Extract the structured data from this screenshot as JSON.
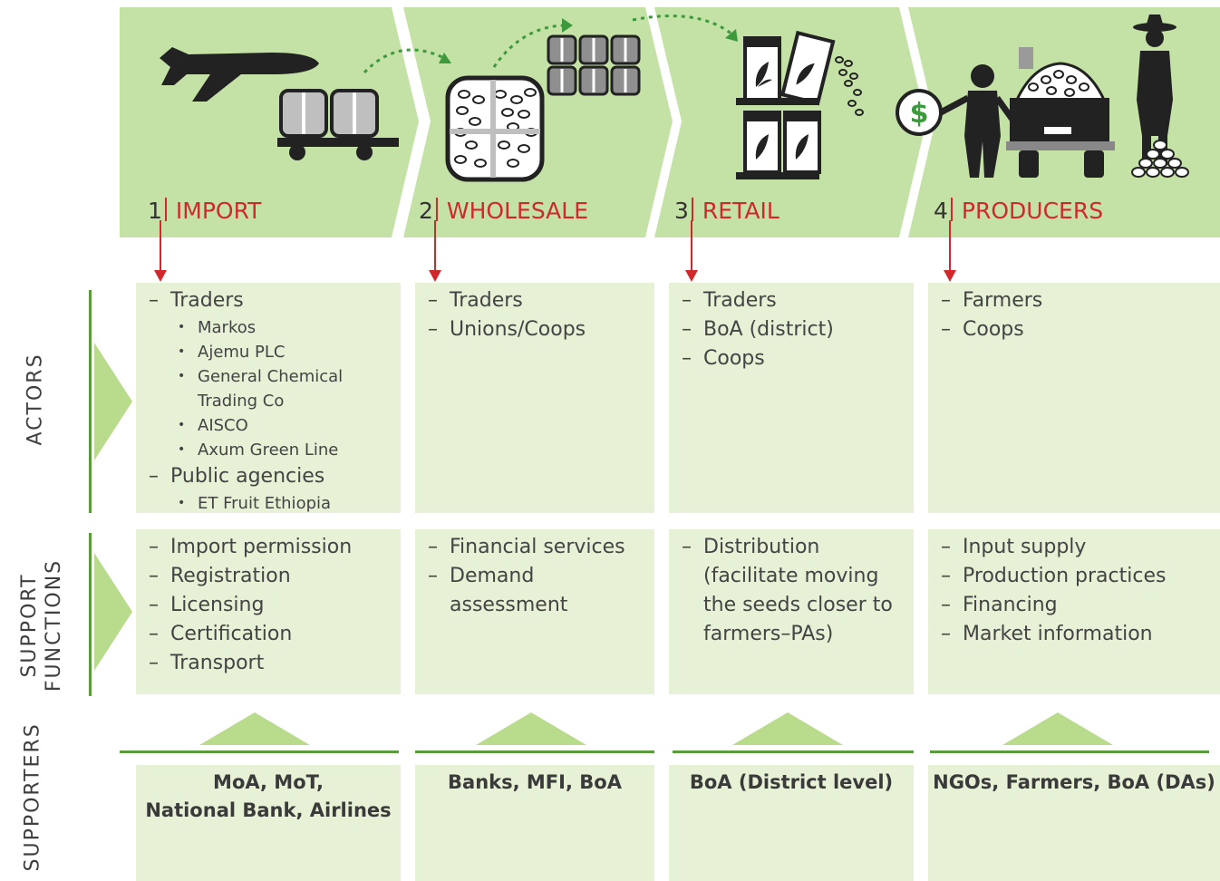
{
  "colors": {
    "band": "#c5e2a6",
    "cell": "#e6f1d6",
    "accent_red": "#d1282e",
    "accent_green": "#5a9b3c",
    "triangle": "#b9dc8c"
  },
  "stages": [
    {
      "num": "1",
      "label": "IMPORT"
    },
    {
      "num": "2",
      "label": "WHOLESALE"
    },
    {
      "num": "3",
      "label": "RETAIL"
    },
    {
      "num": "4",
      "label": "PRODUCERS"
    }
  ],
  "row_labels": {
    "actors": "ACTORS",
    "support_line1": "SUPPORT",
    "support_line2": "FUNCTIONS",
    "supporters": "SUPPORTERS"
  },
  "actors": [
    {
      "items": [
        {
          "text": "Traders",
          "sub": [
            "Markos",
            "Ajemu PLC",
            "General Chemical",
            "Trading Co",
            "AISCO",
            "Axum Green Line"
          ]
        },
        {
          "text": "Public agencies",
          "sub": [
            "ET Fruit Ethiopia"
          ]
        }
      ]
    },
    {
      "items": [
        {
          "text": "Traders"
        },
        {
          "text": "Unions/Coops"
        }
      ]
    },
    {
      "items": [
        {
          "text": "Traders"
        },
        {
          "text": "BoA (district)"
        },
        {
          "text": "Coops"
        }
      ]
    },
    {
      "items": [
        {
          "text": "Farmers"
        },
        {
          "text": "Coops"
        }
      ]
    }
  ],
  "support_functions": [
    [
      "Import permission",
      "Registration",
      "Licensing",
      "Certification",
      "Transport"
    ],
    [
      "Financial services",
      "Demand",
      "assessment"
    ],
    [
      "Distribution",
      "(facilitate moving",
      "the seeds closer to",
      "farmers–PAs)"
    ],
    [
      "Input supply",
      "Production practices",
      "Financing",
      "Market information"
    ]
  ],
  "supporters": [
    {
      "line1": "MoA, MoT,",
      "line2": "National Bank, Airlines"
    },
    {
      "line1": "Banks, MFI, BoA",
      "line2": ""
    },
    {
      "line1": "BoA (District level)",
      "line2": ""
    },
    {
      "line1": "NGOs, Farmers, BoA (DAs)",
      "line2": ""
    }
  ],
  "icons": {
    "dollar_symbol": "$",
    "names": [
      "airplane-icon",
      "cargo-cart-icon",
      "seed-sack-icon",
      "sack-stack-icon",
      "seed-packets-icon",
      "farmer-pays-icon",
      "truck-icon",
      "officer-icon",
      "seed-pile-icon"
    ]
  }
}
